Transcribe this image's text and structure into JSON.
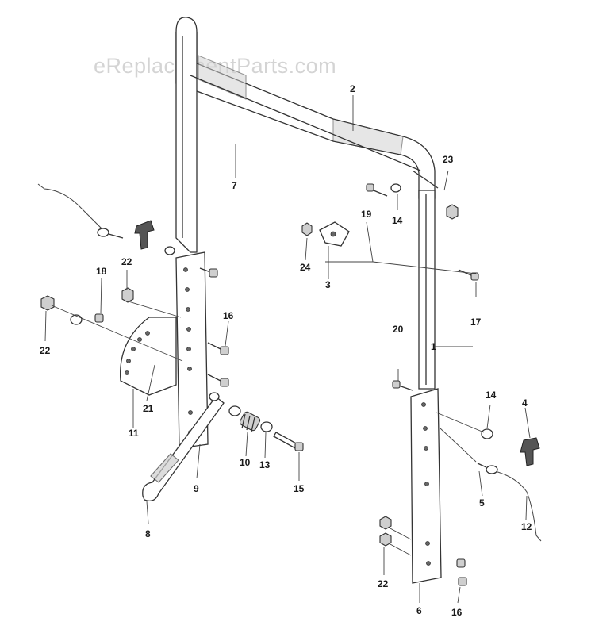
{
  "watermark": "eReplacementParts.com",
  "callouts": {
    "c1": "1",
    "c2": "2",
    "c3": "3",
    "c4": "4",
    "c5": "5",
    "c6": "6",
    "c7": "7",
    "c8": "8",
    "c9": "9",
    "c10": "10",
    "c11": "11",
    "c12": "12",
    "c13": "13",
    "c14a": "14",
    "c14b": "14",
    "c15": "15",
    "c16a": "16",
    "c16b": "16",
    "c17": "17",
    "c18": "18",
    "c19": "19",
    "c20": "20",
    "c21": "21",
    "c22a": "22",
    "c22b": "22",
    "c22c": "22",
    "c23": "23",
    "c24": "24"
  }
}
